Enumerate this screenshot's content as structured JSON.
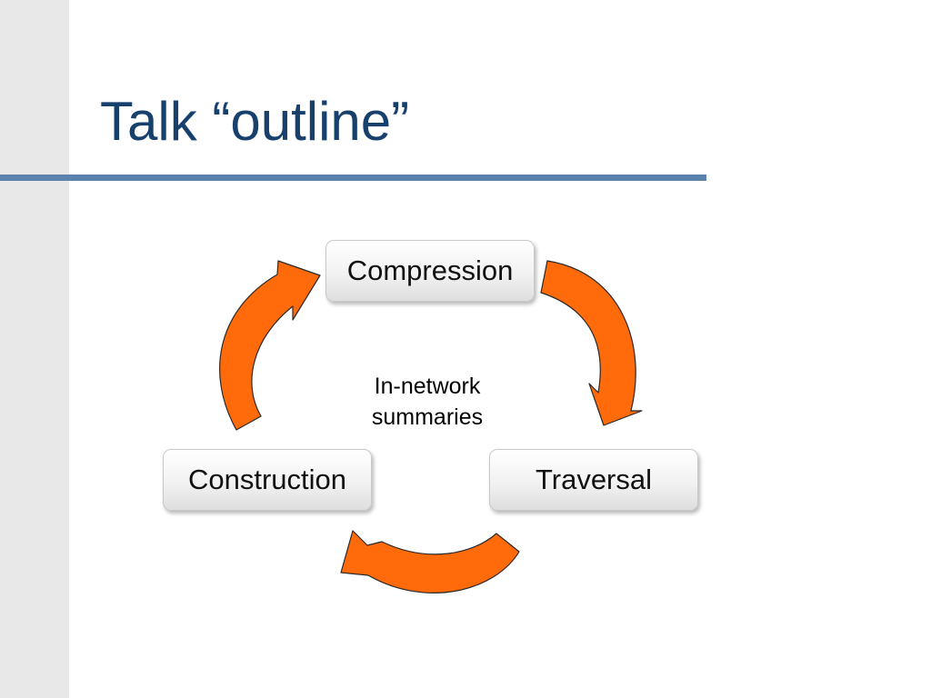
{
  "slide": {
    "title": "Talk “outline”"
  },
  "diagram": {
    "type": "cycle",
    "nodes": [
      {
        "id": "compression",
        "label": "Compression"
      },
      {
        "id": "traversal",
        "label": "Traversal"
      },
      {
        "id": "construction",
        "label": "Construction"
      }
    ],
    "center_label": {
      "line1": "In-network",
      "line2": "summaries"
    },
    "edges": [
      {
        "from": "compression",
        "to": "traversal"
      },
      {
        "from": "traversal",
        "to": "construction"
      },
      {
        "from": "construction",
        "to": "compression"
      }
    ],
    "colors": {
      "arrow_fill": "#ff6a0a",
      "arrow_stroke": "#2a2a2a",
      "title": "#17406d",
      "rule": "#5b82ad",
      "sidebar": "#e8e8e8"
    }
  }
}
